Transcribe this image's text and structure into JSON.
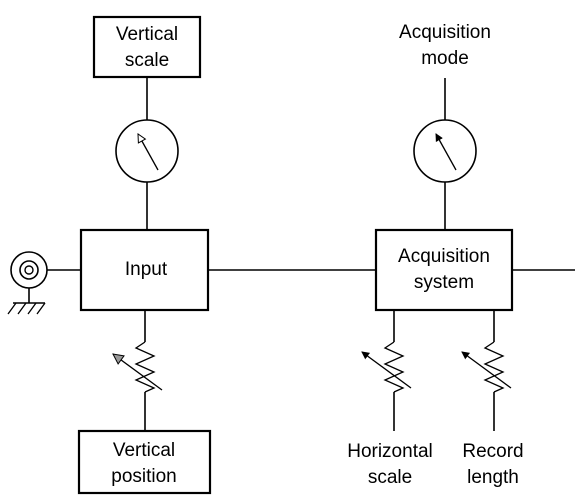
{
  "blocks": {
    "vertical_scale": [
      "Vertical",
      "scale"
    ],
    "input": "Input",
    "acquisition_system": [
      "Acquisition",
      "system"
    ],
    "vertical_position": [
      "Vertical",
      "position"
    ]
  },
  "labels": {
    "acquisition_mode": [
      "Acquisition",
      "mode"
    ],
    "horizontal_scale": [
      "Horizontal",
      "scale"
    ],
    "record_length": [
      "Record",
      "length"
    ]
  },
  "icons": {
    "connector": "bnc-connector-icon",
    "ground": "ground-icon",
    "meter": "meter-dial-icon",
    "pot": "variable-resistor-icon"
  }
}
